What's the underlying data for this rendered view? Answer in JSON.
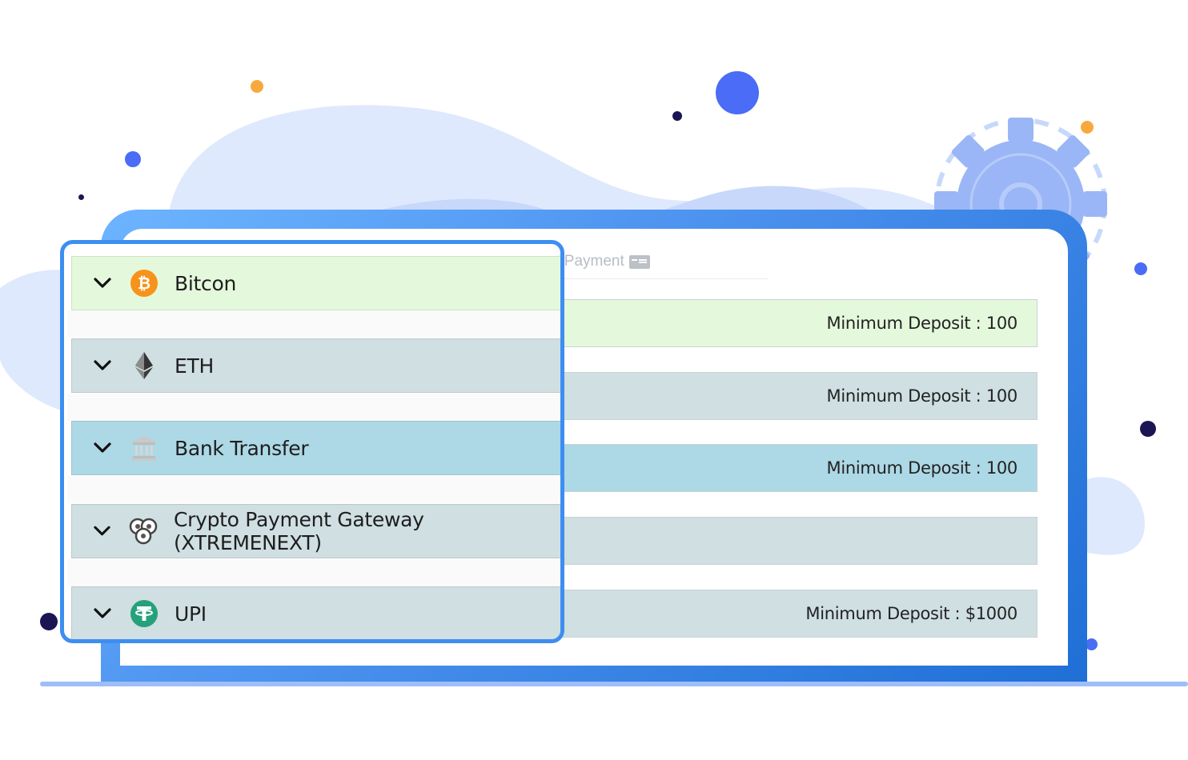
{
  "colors": {
    "bitcoin_row": "#e4f8dc",
    "eth_row": "#cfdfe2",
    "bank_row": "#add8e6",
    "crypto_gateway_row": "#cfdfe2",
    "upi_row": "#cfdfe2",
    "frame_accent": "#3d8ef0"
  },
  "background_panel": {
    "tab_label": "it Payment",
    "tab_icon": "card-icon",
    "rows": [
      {
        "min_deposit": "Minimum Deposit : 100"
      },
      {
        "min_deposit": "Minimum Deposit : 100"
      },
      {
        "min_deposit": "Minimum Deposit : 100"
      },
      {
        "min_deposit": ""
      },
      {
        "min_deposit": "Minimum Deposit : $1000"
      }
    ]
  },
  "payment_methods": [
    {
      "label": "Bitcon",
      "icon": "bitcoin-icon"
    },
    {
      "label": "ETH",
      "icon": "ethereum-icon"
    },
    {
      "label": "Bank Transfer",
      "icon": "bank-icon"
    },
    {
      "label": "Crypto Payment Gateway (XTREMENEXT)",
      "icon": "crypto-gateway-icon"
    },
    {
      "label": "UPI",
      "icon": "tether-icon"
    }
  ]
}
